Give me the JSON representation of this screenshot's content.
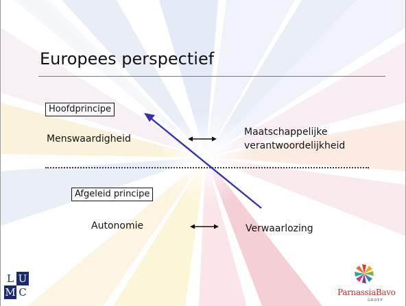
{
  "slide": {
    "title": "Europees perspectief",
    "top_section": {
      "heading": "Hoofdprincipe",
      "left_item": "Menswaardigheid",
      "right_item_line1": "Maatschappelijke",
      "right_item_line2": "verantwoordelijkheid"
    },
    "bottom_section": {
      "heading": "Afgeleid principe",
      "left_item": "Autonomie",
      "right_item": "Verwaarlozing"
    },
    "logos": {
      "lumc": {
        "l": "L",
        "u": "U",
        "m": "M",
        "c": "C"
      },
      "parnassia": {
        "name": "ParnassiaBavo",
        "sub": "GROEP"
      }
    },
    "colors": {
      "arrow": "#3232b4",
      "lumc_blue": "#1a2a6c",
      "parnassia_red": "#c2332b"
    }
  }
}
